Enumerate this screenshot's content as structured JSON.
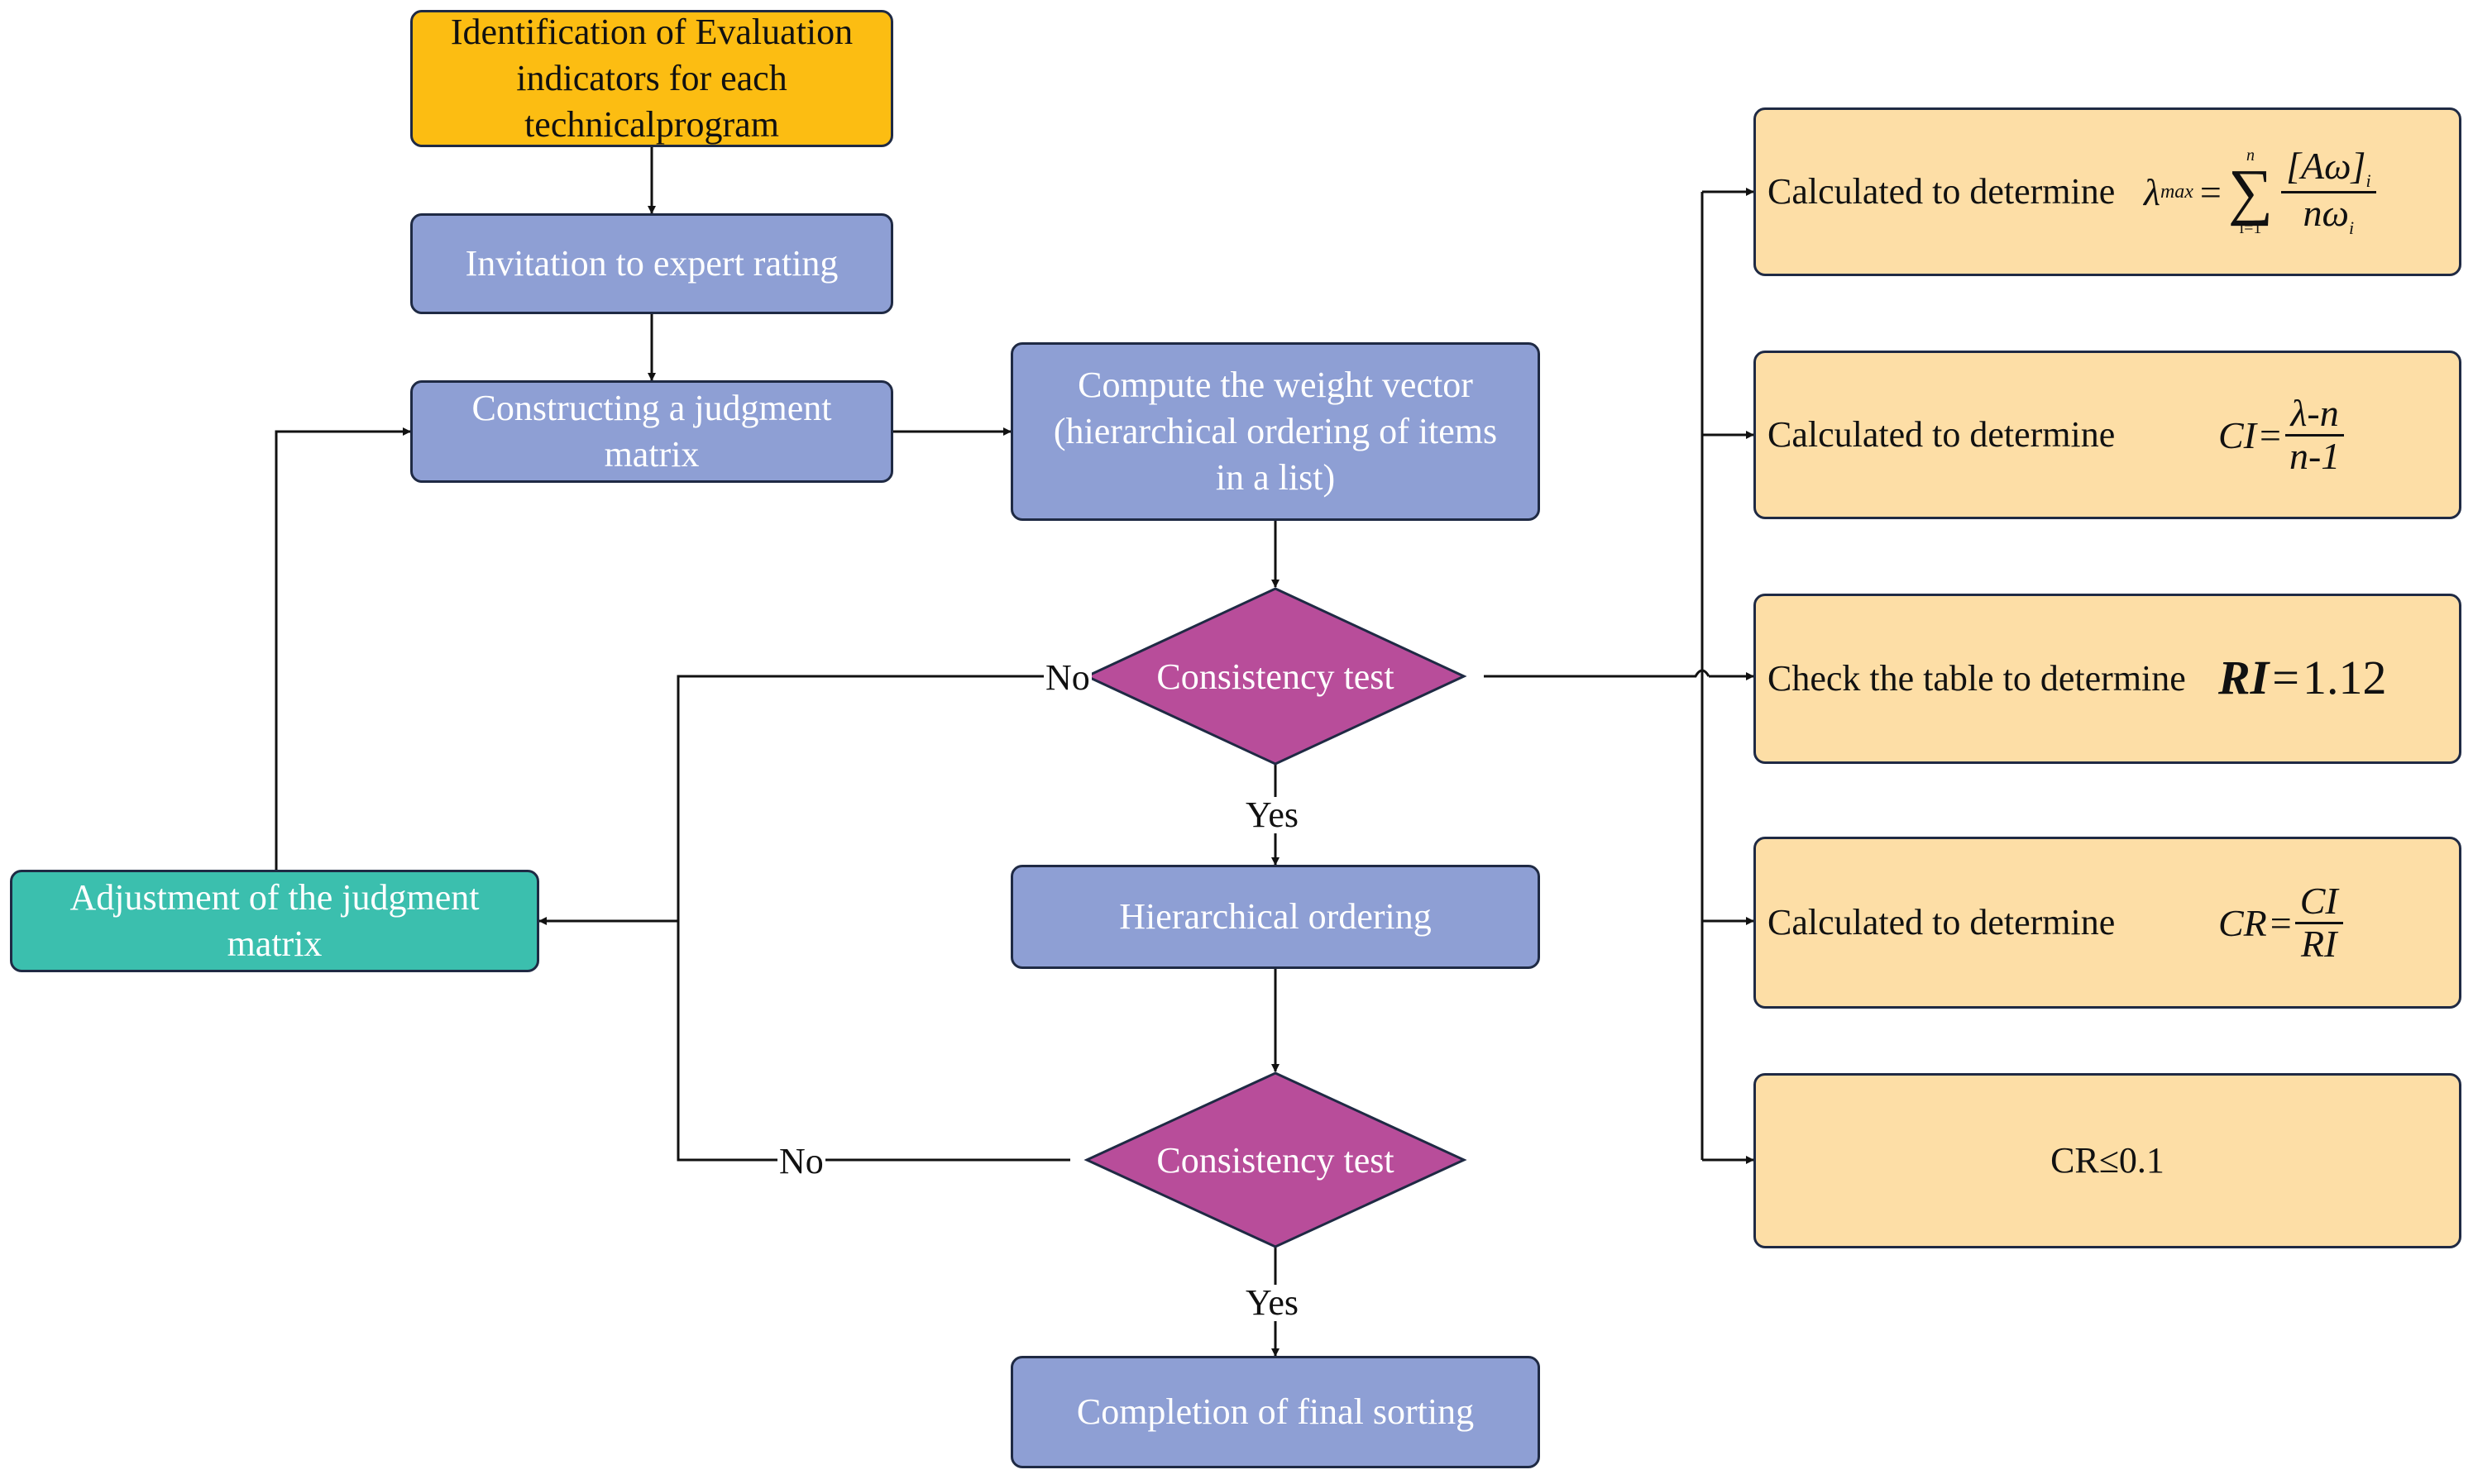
{
  "nodes": {
    "identification": "Identification of Evaluation\nindicators for each\ntechnicalprogram",
    "invitation": "Invitation to expert rating",
    "constructing": "Constructing a judgment\nmatrix",
    "compute": "Compute the weight vector\n(hierarchical ordering of items\nin a list)",
    "consistency_test_1": "Consistency test",
    "hierarchical": "Hierarchical ordering",
    "consistency_test_2": "Consistency test",
    "completion": "Completion of final sorting",
    "adjustment": "Adjustment of the judgment\nmatrix"
  },
  "edge_labels": {
    "no_1": "No",
    "yes_1": "Yes",
    "no_2": "No",
    "yes_2": "Yes"
  },
  "right_boxes": {
    "lambda_label": "Calculated to determine",
    "ci_label": "Calculated to determine",
    "ri_label": "Check the table to determine",
    "cr_label": "Calculated to determine",
    "cr_condition": "CR≤0.1"
  },
  "formulas": {
    "lambda_lhs": "λ",
    "lambda_sub": "max",
    "lambda_eq": "=",
    "sum_symbol": "∑",
    "sum_top": "n",
    "sum_bottom": "i=1",
    "lambda_num": "[Aω]",
    "lambda_num_sub": "i",
    "lambda_den": "nω",
    "lambda_den_sub": "i",
    "ci_lhs": "CI",
    "ci_eq": "=",
    "ci_num": "λ-n",
    "ci_den": "n-1",
    "ri_lhs": "RI",
    "ri_eq": "=",
    "ri_value": "1.12",
    "cr_lhs": "CR",
    "cr_eq": "=",
    "cr_num": "CI",
    "cr_den": "RI"
  },
  "colors": {
    "yellow": "#fcbd12",
    "blue": "#8e9fd4",
    "purple": "#b84d9a",
    "teal": "#3bbfae",
    "peach": "#fddea6",
    "line": "#1f2a44"
  }
}
